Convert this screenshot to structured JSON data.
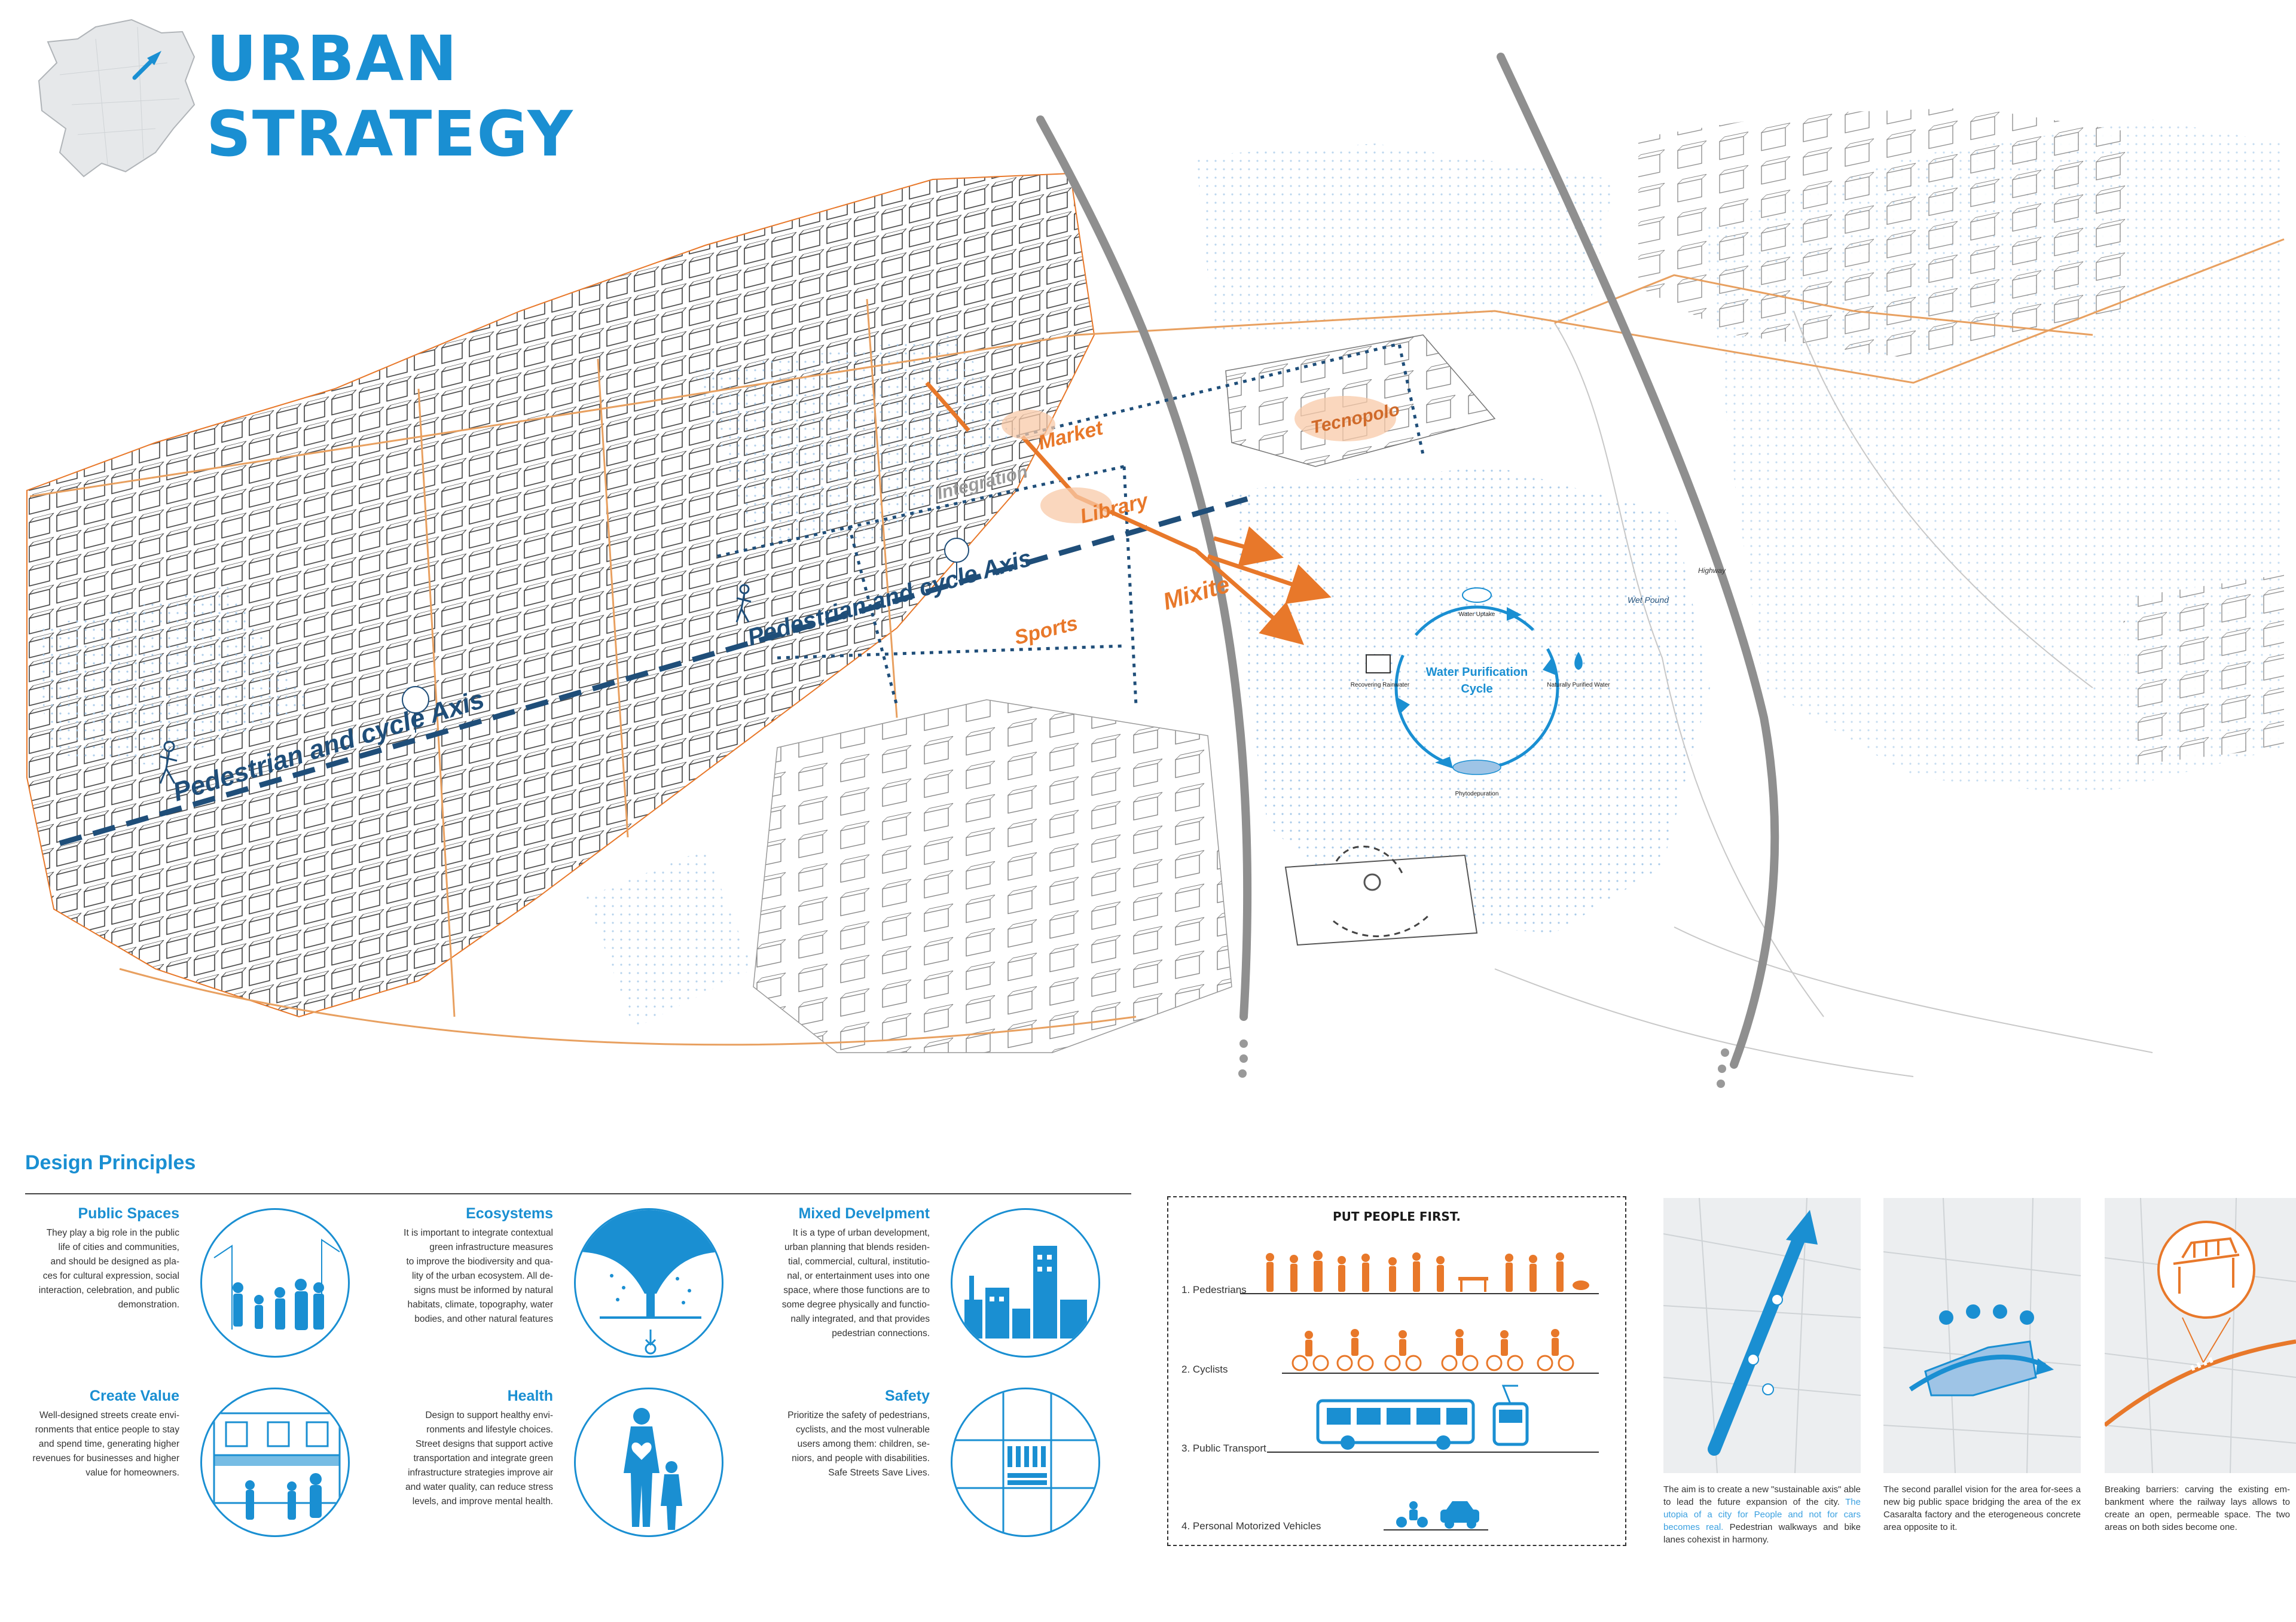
{
  "header": {
    "title_line1": "URBAN",
    "title_line2": "STRATEGY"
  },
  "map": {
    "labels": {
      "market": "Market",
      "library": "Library",
      "mixite": "Mixite",
      "sports": "Sports",
      "tecnopolo": "Tecnopolo",
      "integration": "Integration",
      "axis_upper": "Pedestrian and cycle Axis",
      "axis_lower": "Pedestrian and cycle Axis",
      "wet_pound": "Wet Pound",
      "highway": "Highway"
    },
    "water_cycle": {
      "title": "Water Purification\nCycle",
      "steps": [
        "Water Uptake",
        "Naturally Purified Water",
        "Phytodepuration",
        "Recovering Rainwater"
      ]
    },
    "colors": {
      "accent_blue": "#1a8fd2",
      "accent_orange": "#e8782a",
      "axis_navy": "#1f4e79"
    }
  },
  "design_principles": {
    "heading": "Design Principles",
    "items": [
      {
        "title": "Public Spaces",
        "text": "They play a big role in the public\nlife of cities and communities,\nand should be designed as pla-\nces for cultural expression, social\ninteraction, celebration, and public\ndemonstration."
      },
      {
        "title": "Ecosystems",
        "text": "It is important to integrate contextual\ngreen infrastructure measures\nto improve the biodiversity and qua-\nlity of the urban ecosystem. All de-\nsigns  must be informed by natural\nhabitats, climate, topography, water\nbodies, and other natural features"
      },
      {
        "title": "Mixed Develpment",
        "text": "It is a type of urban development,\nurban planning that blends residen-\ntial, commercial, cultural, institutio-\nnal, or entertainment uses into one\nspace, where those functions are to\nsome degree physically and functio-\nnally integrated, and that provides\npedestrian connections."
      },
      {
        "title": "Create Value",
        "text": "Well-designed streets create envi-\nronments that entice people to stay\nand spend time, generating higher\nrevenues for businesses and higher\nvalue for homeowners."
      },
      {
        "title": "Health",
        "text": "Design to support healthy envi-\nronments and lifestyle choices.\nStreet designs that support active\ntransportation and integrate green\ninfrastructure strategies improve air\nand water quality, can reduce stress\nlevels, and improve mental health."
      },
      {
        "title": "Safety",
        "text": "Prioritize the safety of pedestrians,\ncyclists, and the most vulnerable\nusers among them: children, se-\nniors, and people with disabilities.\nSafe Streets Save Lives."
      }
    ]
  },
  "people_first": {
    "title": "PUT PEOPLE FIRST.",
    "rows": [
      "1. Pedestrians",
      "2. Cyclists",
      "3. Public Transport",
      "4. Personal Motorized Vehicles"
    ]
  },
  "panels": [
    {
      "text_a": "The aim is to create a new \"sustainable axis\" able to lead the future expansion of the city. ",
      "text_b": "The utopia of a city for People and not for cars becomes real.",
      "text_c": " Pedestrian walkways and bike lanes  cohexist in harmony."
    },
    {
      "text": "The second parallel vision for the area for-sees a new big public space bridging the area of the ex Casaralta factory and the eterogeneous concrete area opposite to it."
    },
    {
      "text": "Breaking barriers: carving the existing em-bankment where the railway lays allows to create an open, permeable space. The two areas on both sides become one."
    }
  ]
}
